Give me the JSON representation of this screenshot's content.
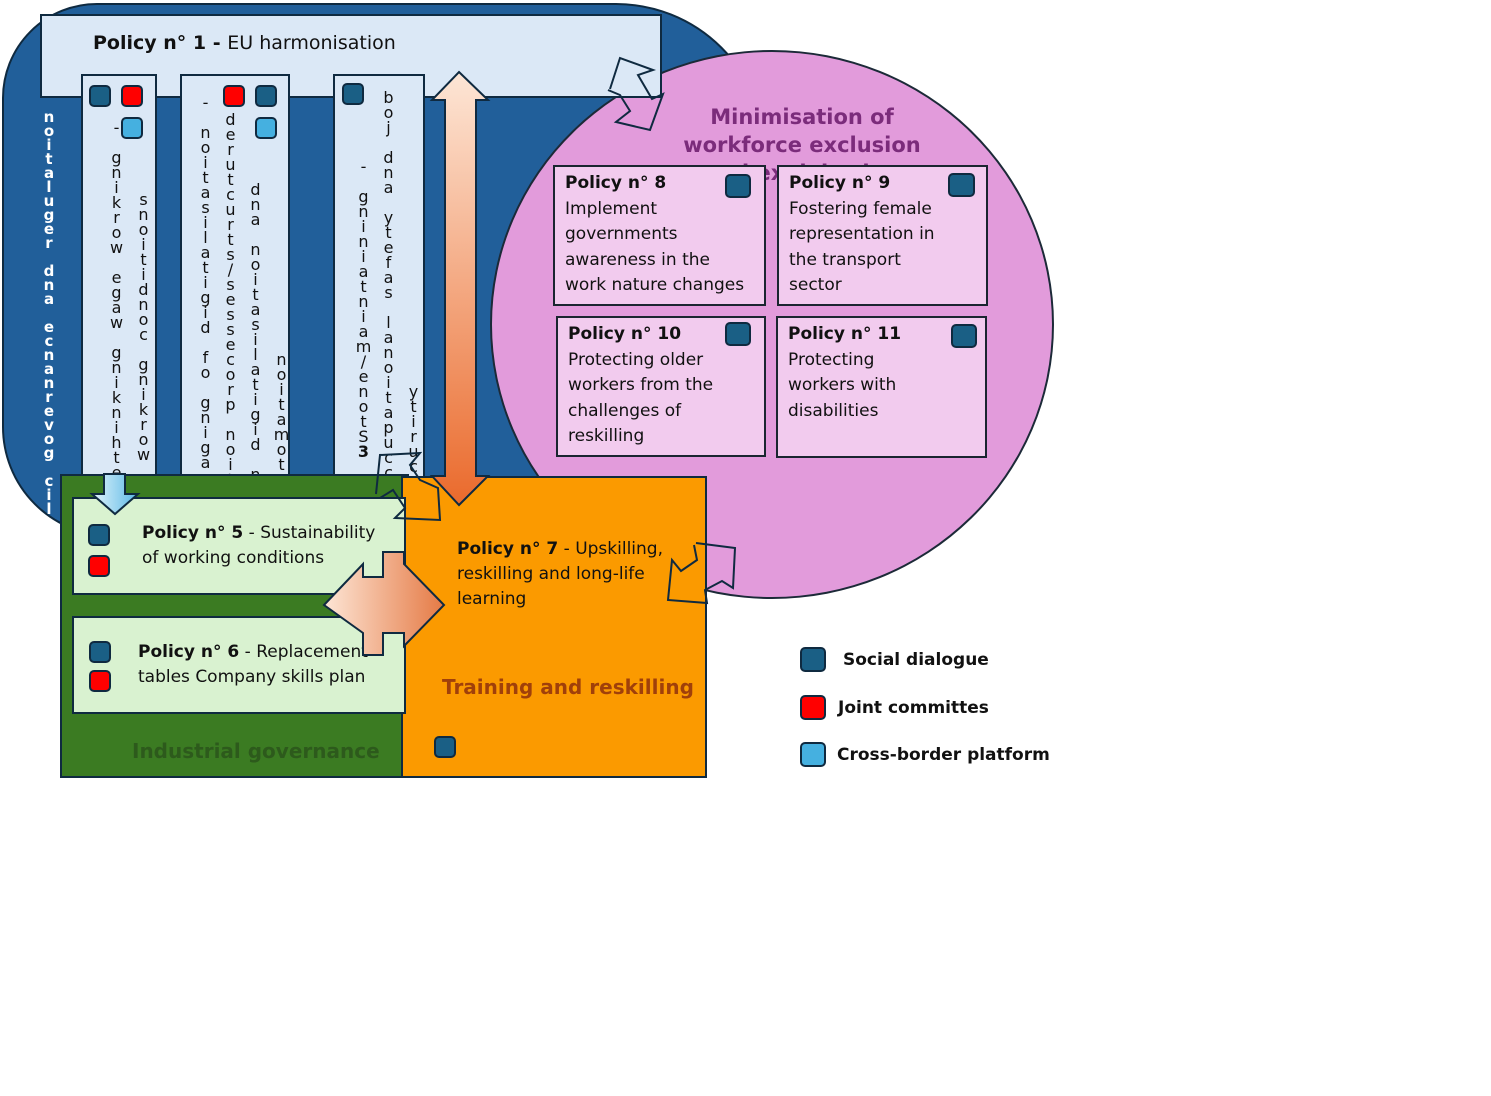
{
  "diagram": {
    "regions": {
      "public_governance": {
        "label": "Public governance and regulation",
        "color": "#215f9a"
      },
      "industrial_governance": {
        "label": "Industrial governance",
        "color": "#3b7b22"
      },
      "training": {
        "label": "Training and reskilling",
        "color": "#fb9a00"
      },
      "minimisation": {
        "label": "Minimisation of workforce exclusion and exploitation",
        "color": "#e29bdb"
      }
    },
    "policies": {
      "p1": {
        "title": "Policy n° 1",
        "sep": " - ",
        "desc": "EU harmonisation"
      },
      "p2": {
        "title": "Policy n° 2",
        "sep": " - ",
        "desc_lines": [
          "Rethinking wage working",
          "hours and working conditions"
        ]
      },
      "p3": {
        "title": "Policy n° 3",
        "sep": " - ",
        "desc_lines": [
          "Stone/maintaining",
          "guarantees of occupational safety and job",
          "security"
        ]
      },
      "p4": {
        "title": "Policy n° 4",
        "sep": " - ",
        "desc_lines": [
          "Co-managing of digitalisation",
          "and automation processes/structured",
          "budgeting on digitalisation and",
          "automation"
        ]
      },
      "p5": {
        "title": "Policy n° 5",
        "sep": " - ",
        "desc_a": "Sustainability",
        "desc_b": "of working conditions"
      },
      "p6": {
        "title": "Policy n° 6",
        "sep": " - ",
        "desc_a": "Replacement",
        "desc_b": "tables Company skills plan"
      },
      "p7": {
        "title": "Policy n° 7",
        "sep": " - ",
        "desc_a": "Upskilling,",
        "desc_b": "reskilling and long-life",
        "desc_c": "learning"
      },
      "p8": {
        "title": "Policy n° 8",
        "lines": [
          "Implement",
          "governments",
          "awareness in the",
          "work nature changes"
        ]
      },
      "p9": {
        "title": "Policy n° 9",
        "lines": [
          "Fostering female",
          "representation in",
          "the transport",
          "sector"
        ]
      },
      "p10": {
        "title": "Policy n° 10",
        "lines": [
          "Protecting older",
          "workers from the",
          "challenges of",
          "reskilling"
        ]
      },
      "p11": {
        "title": "Policy n° 11",
        "lines": [
          "Protecting",
          "workers with",
          "disabilities"
        ]
      }
    }
  },
  "legend": {
    "items": [
      {
        "label": "Social dialogue",
        "icon": "social-dialogue-square",
        "color": "#1a5f85"
      },
      {
        "label": "Joint committes",
        "icon": "joint-committees-square",
        "color": "#ff0000"
      },
      {
        "label": "Cross-border platform",
        "icon": "cross-border-platform-square",
        "color": "#45b0e0"
      }
    ]
  }
}
